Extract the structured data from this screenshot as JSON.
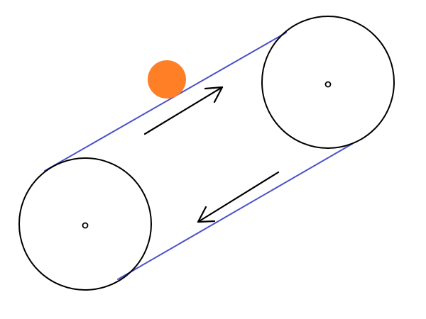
{
  "diagram": {
    "description": "",
    "colors": {
      "background": "#ffffff",
      "pulley_stroke": "#000000",
      "belt": "#4a52c8",
      "object": "#ff7f27",
      "arrow": "#000000"
    },
    "parts": {
      "pulley_left": "pulley",
      "pulley_right": "pulley",
      "belt_top": "belt",
      "belt_bottom": "belt",
      "object": "ball",
      "arrow_top": "arrow-up-right",
      "arrow_bottom": "arrow-down-left"
    }
  }
}
